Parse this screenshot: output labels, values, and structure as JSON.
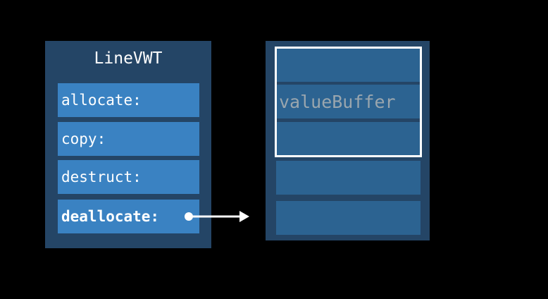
{
  "diagram": {
    "background_color": "#000000",
    "panel_color": "#244566",
    "vwt_entry_color": "#3a82c2",
    "buffer_cell_color": "#2c6391",
    "highlight_border_color": "#ffffff",
    "pointer_color": "#ffffff",
    "label_text_color": "#9aa6ae",
    "title_text_color": "#ffffff"
  },
  "vwt": {
    "title": "LineVWT",
    "entries": [
      {
        "label": "allocate:",
        "bold": false
      },
      {
        "label": "copy:",
        "bold": false
      },
      {
        "label": "destruct:",
        "bold": false
      },
      {
        "label": "deallocate:",
        "bold": true
      }
    ]
  },
  "buffer": {
    "highlight_label": "valueBuffer",
    "cells": [
      {
        "label": "",
        "highlighted": true
      },
      {
        "label": "valueBuffer",
        "highlighted": true
      },
      {
        "label": "",
        "highlighted": true
      },
      {
        "label": "",
        "highlighted": false
      },
      {
        "label": "",
        "highlighted": false
      }
    ]
  },
  "pointer": {
    "from_entry": "deallocate:",
    "icon": "arrow-right-icon"
  }
}
